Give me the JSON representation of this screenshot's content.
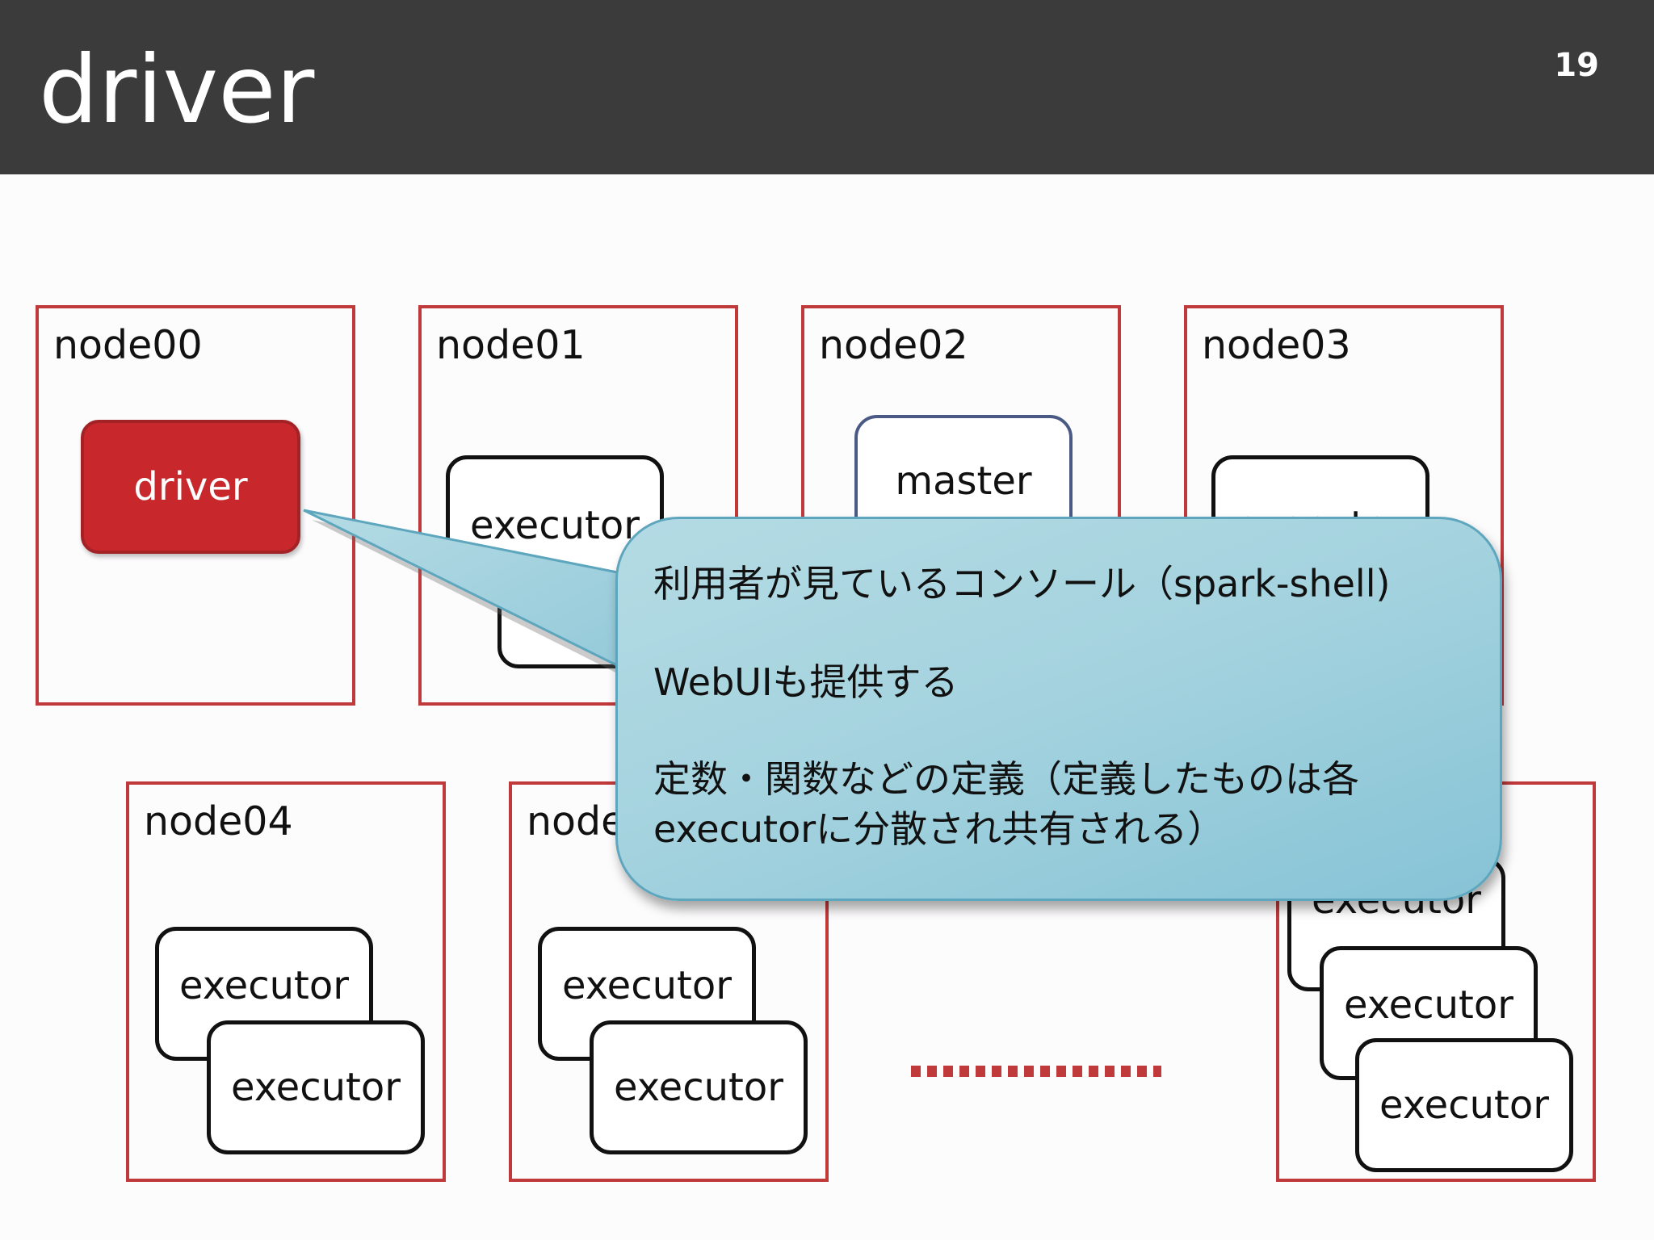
{
  "header": {
    "title": "driver",
    "page_number": "19"
  },
  "nodes": {
    "node00": "node00",
    "node01": "node01",
    "node02": "node02",
    "node03": "node03",
    "node04": "node04",
    "node05": "node"
  },
  "components": {
    "driver": "driver",
    "master": "master",
    "executor": "executor"
  },
  "callout": {
    "line1": "利用者が見ているコンソール（spark-shell)",
    "line2": "WebUIも提供する",
    "line3": "定数・関数などの定義（定義したものは各",
    "line4": "executorに分散され共有される）"
  },
  "colors": {
    "header_bg": "#3b3b3b",
    "node_border": "#c0393b",
    "driver_fill": "#c8282c",
    "master_border": "#4a5a85",
    "callout_fill": "#a3d2de"
  }
}
